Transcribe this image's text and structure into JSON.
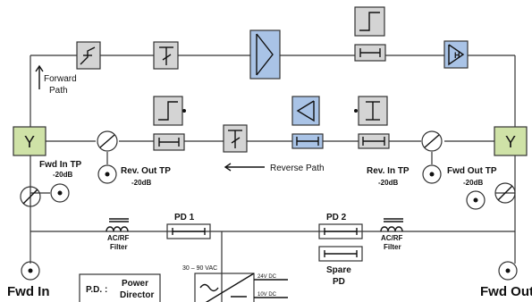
{
  "labels": {
    "forward_path": [
      "Forward",
      "Path"
    ],
    "reverse_path": "Reverse Path",
    "fwd_in_tp": "Fwd In TP",
    "fwd_in_tp_db": "-20dB",
    "rev_out_tp": "Rev. Out TP",
    "rev_out_tp_db": "-20dB",
    "rev_in_tp": "Rev. In TP",
    "rev_in_tp_db": "-20dB",
    "fwd_out_tp": "Fwd Out TP",
    "fwd_out_tp_db": "-20dB",
    "ac_rf_filter": [
      "AC/RF",
      "Filter"
    ],
    "pd1": "PD 1",
    "pd2": "PD 2",
    "spare_pd": [
      "Spare",
      "PD"
    ],
    "fwd_in": "Fwd In",
    "fwd_out": "Fwd Out",
    "legend_abbrev": "P.D. :",
    "legend_meaning": [
      "Power",
      "Director"
    ],
    "supply_input": "30 – 90 VAC",
    "supply_out_24": "24V DC",
    "supply_out_10": "10V DC",
    "diplexer_symbol": "Y",
    "amp_symbol": "H"
  },
  "colors": {
    "gray_block": "#d4d4d4",
    "blue_block": "#a9c3e6",
    "diplexer": "#cfe2a7",
    "line": "#333333"
  }
}
